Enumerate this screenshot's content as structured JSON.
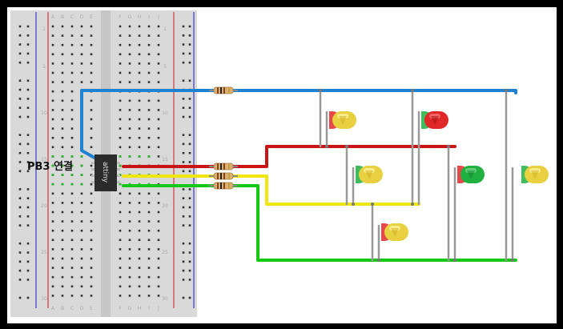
{
  "annotation": {
    "text": "PB3 연결"
  },
  "chip": {
    "label": "attiny"
  },
  "breadboard": {
    "column_letters_left": [
      "A",
      "B",
      "C",
      "D",
      "E"
    ],
    "column_letters_right": [
      "F",
      "G",
      "H",
      "I",
      "J"
    ],
    "row_numbers": [
      "1",
      "5",
      "10",
      "15",
      "20",
      "25",
      "30"
    ]
  },
  "colors": {
    "background": "#000000",
    "canvas": "#ffffff",
    "breadboard": "#d9d9d9",
    "rail_blue": "#3a3ad0",
    "rail_red": "#d03a3a",
    "wire_blue": "#1f82d0",
    "wire_red": "#c81414",
    "wire_yellow": "#f0e610",
    "wire_green": "#14c814",
    "led_red": "#e02828",
    "led_yellow": "#e8d040",
    "led_green": "#20b040",
    "resistor": "#d8b078"
  },
  "components": {
    "resistors": 4,
    "leds": [
      {
        "color": "yellow",
        "lit": "red"
      },
      {
        "color": "red",
        "lit": "green"
      },
      {
        "color": "yellow",
        "lit": "green"
      },
      {
        "color": "green",
        "lit": "red"
      },
      {
        "color": "yellow",
        "lit": "green"
      },
      {
        "color": "yellow",
        "lit": "red"
      }
    ]
  }
}
